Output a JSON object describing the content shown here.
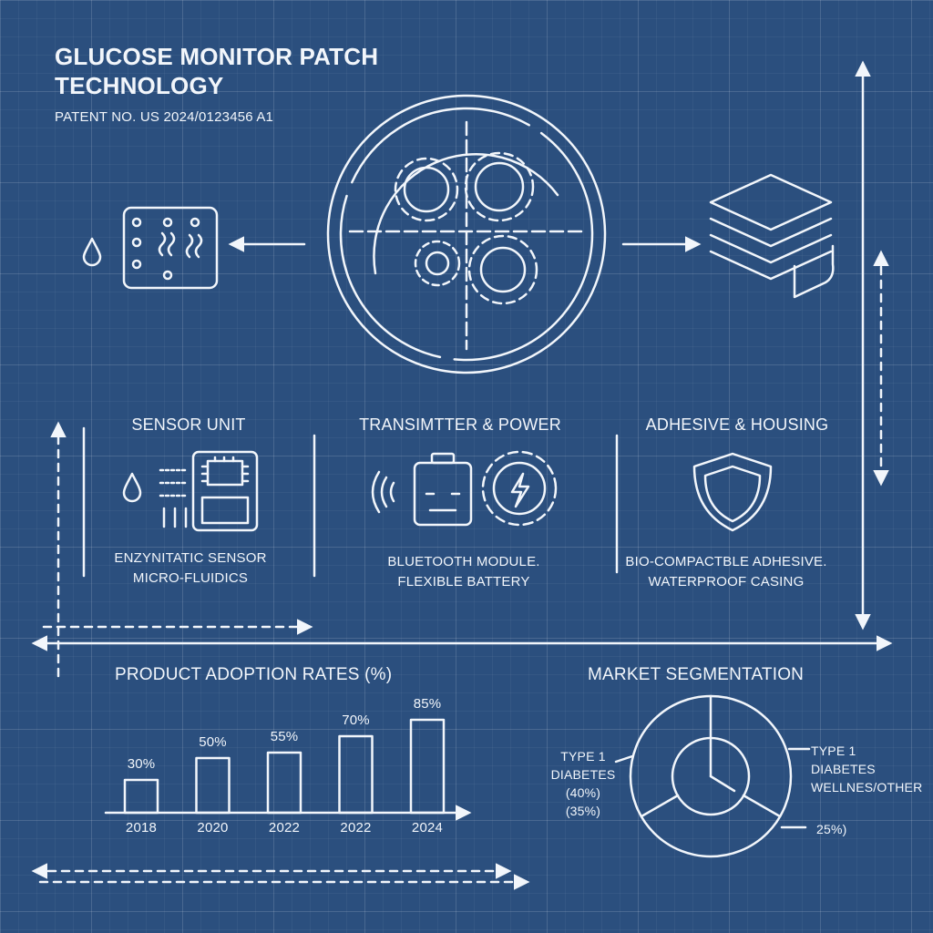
{
  "header": {
    "title_line1": "GLUCOSE MONITOR PATCH",
    "title_line2": "TECHNOLOGY",
    "patent": "PATENT NO. US 2024/0123456 A1"
  },
  "components": [
    {
      "title": "SENSOR UNIT",
      "desc_line1": "ENZYNITATIC SENSOR",
      "desc_line2": "MICRO-FLUIDICS"
    },
    {
      "title": "TRANSIMTTER & POWER",
      "desc_line1": "BLUETOOTH MODULE.",
      "desc_line2": "FLEXIBLE BATTERY"
    },
    {
      "title": "ADHESIVE & HOUSING",
      "desc_line1": "BIO-COMPACTBLE ADHESIVE.",
      "desc_line2": "WATERPROOF CASING"
    }
  ],
  "icons": {
    "hub": "gears-hub-icon",
    "sensor_chip": "sensor-chip-icon",
    "drop": "drop-icon",
    "layers": "layers-icon",
    "wireless": "wireless-icon",
    "battery": "battery-icon",
    "power_gear": "power-gear-icon",
    "shield": "shield-icon"
  },
  "colors": {
    "background": "#2b4f7e",
    "line": "#f2f6fb"
  },
  "chart_data": [
    {
      "type": "bar",
      "title": "PRODUCT ADOPTION RATES (%)",
      "categories": [
        "2018",
        "2020",
        "2022",
        "2022",
        "2024"
      ],
      "values": [
        30,
        50,
        55,
        70,
        85
      ],
      "value_labels": [
        "30%",
        "50%",
        "55%",
        "70%",
        "85%"
      ],
      "ylim": [
        0,
        100
      ],
      "grid": false
    },
    {
      "type": "pie",
      "title": "MARKET SEGMENTATION",
      "label_left_1": "TYPE 1",
      "label_left_2": "DIABETES",
      "label_left_3": "(40%)",
      "label_left_4": "(35%)",
      "label_right_1": "TYPE 1",
      "label_right_2": "DIABETES",
      "label_right_3": "WELLNES/OTHER",
      "label_right_4": "25%)",
      "values": [
        40,
        35,
        25
      ]
    }
  ]
}
